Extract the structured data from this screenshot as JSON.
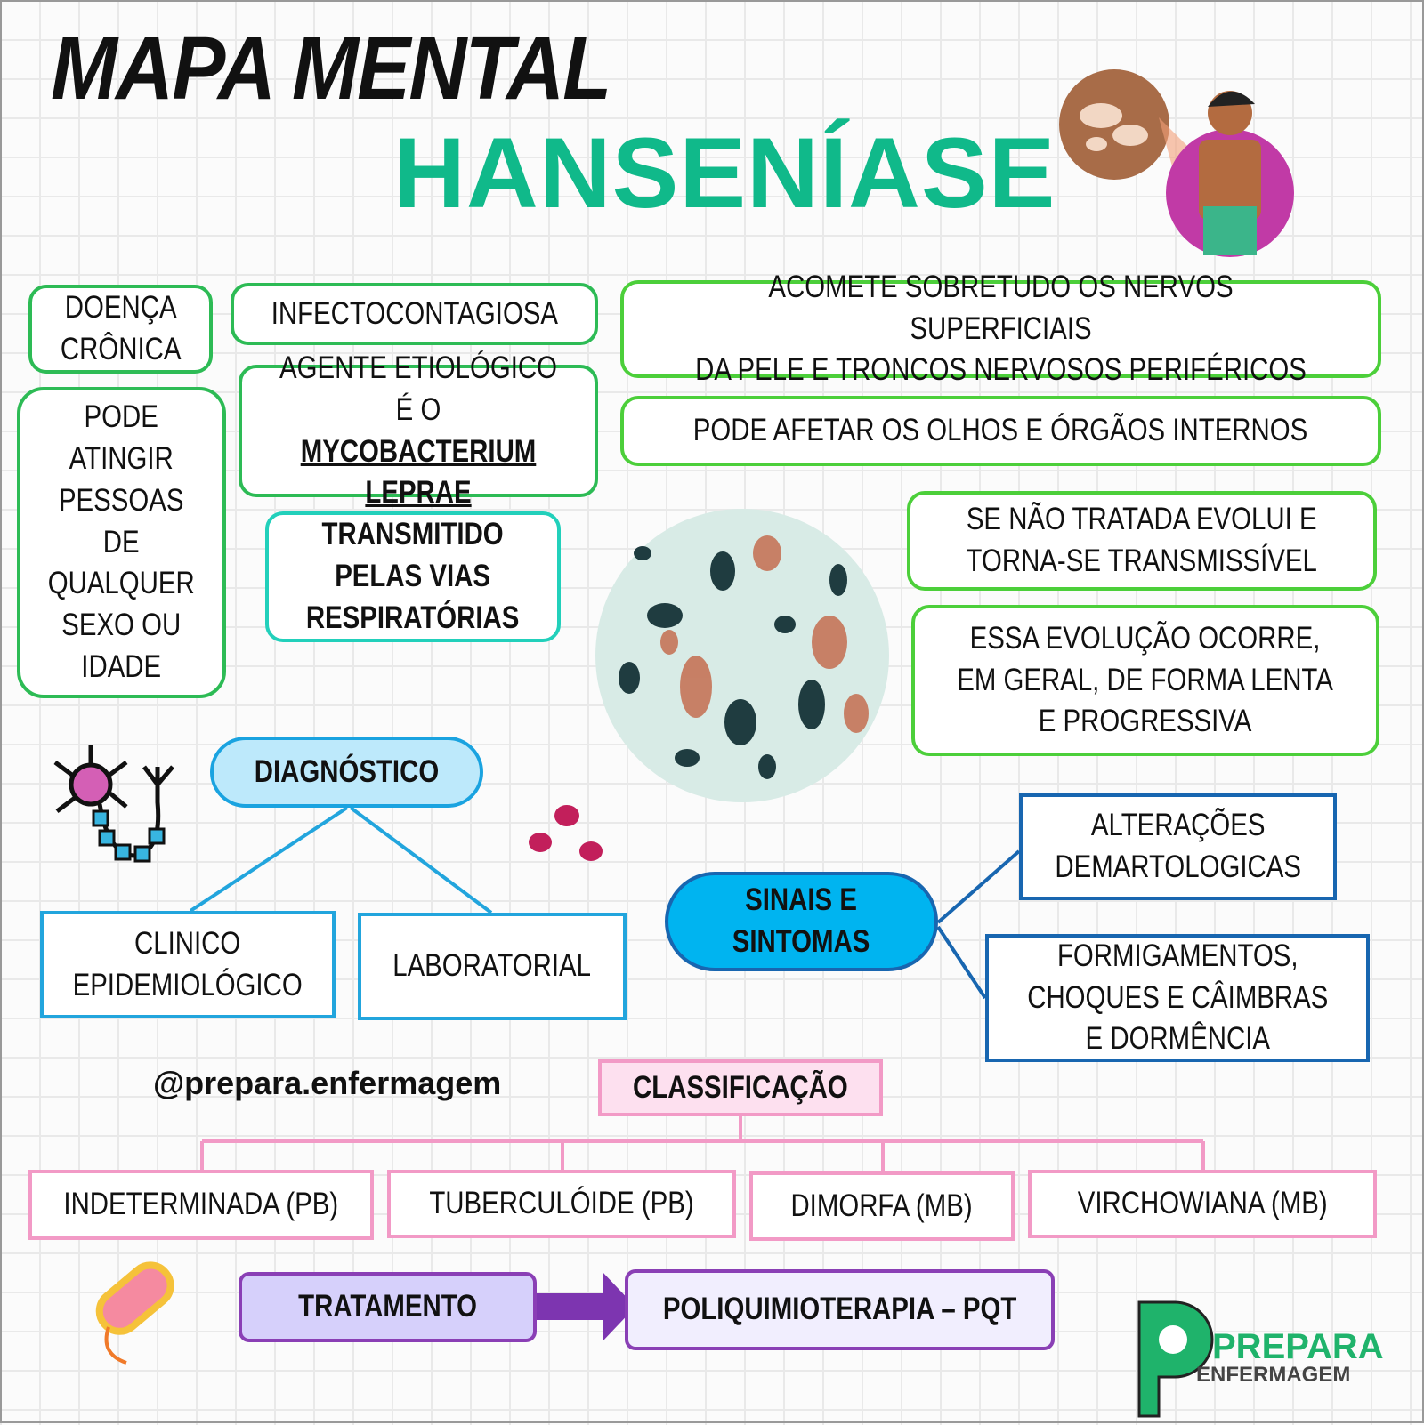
{
  "header": {
    "title": "MAPA MENTAL",
    "subtitle": "HANSENÍASE"
  },
  "boxes": {
    "doenca": "DOENÇA\nCRÔNICA",
    "infecto": "INFECTOCONTAGIOSA",
    "acomete": "ACOMETE SOBRETUDO OS NERVOS SUPERFICIAIS\nDA PELE E TRONCOS NERVOSOS PERIFÉRICOS",
    "pode_atingir": "PODE\nATINGIR\nPESSOAS\nDE\nQUALQUER\nSEXO OU\nIDADE",
    "agente_prefix": "AGENTE ETIOLÓGICO\nÉ O ",
    "agente_name_1": "MYCOBACTERIUM",
    "agente_name_2": "LEPRAE",
    "olhos": "PODE AFETAR OS OLHOS E ÓRGÃOS INTERNOS",
    "transmitido": "TRANSMITIDO\nPELAS VIAS\nRESPIRATÓRIAS",
    "nao_tratada": "SE NÃO TRATADA EVOLUI E\nTORNA-SE TRANSMISSÍVEL",
    "evolucao": "ESSA EVOLUÇÃO OCORRE,\nEM GERAL, DE FORMA LENTA\nE PROGRESSIVA"
  },
  "diagnostico": {
    "label": "DIAGNÓSTICO",
    "children": [
      "CLINICO\nEPIDEMIOLÓGICO",
      "LABORATORIAL"
    ]
  },
  "sinais": {
    "label": "SINAIS E\nSINTOMAS",
    "children": [
      "ALTERAÇÕES\nDEMARTOLOGICAS",
      "FORMIGAMENTOS,\nCHOQUES E CÂIMBRAS\nE DORMÊNCIA"
    ]
  },
  "handle": "@prepara.enfermagem",
  "classificacao": {
    "label": "CLASSIFICAÇÃO",
    "children": [
      "INDETERMINADA (PB)",
      "TUBERCULÓIDE (PB)",
      "DIMORFA (MB)",
      "VIRCHOWIANA (MB)"
    ]
  },
  "tratamento": {
    "label": "TRATAMENTO",
    "value": "POLIQUIMIOTERAPIA – PQT"
  },
  "logo": {
    "line1": "PREPARA",
    "line2": "ENFERMAGEM"
  },
  "colors": {
    "title_green": "#10b98a",
    "box_green": "#2dbb55",
    "diag_blue": "#22a5dd",
    "sinais_blue": "#00b4f0",
    "class_pink": "#f29ac6",
    "trat_purple": "#8a3fb5"
  }
}
